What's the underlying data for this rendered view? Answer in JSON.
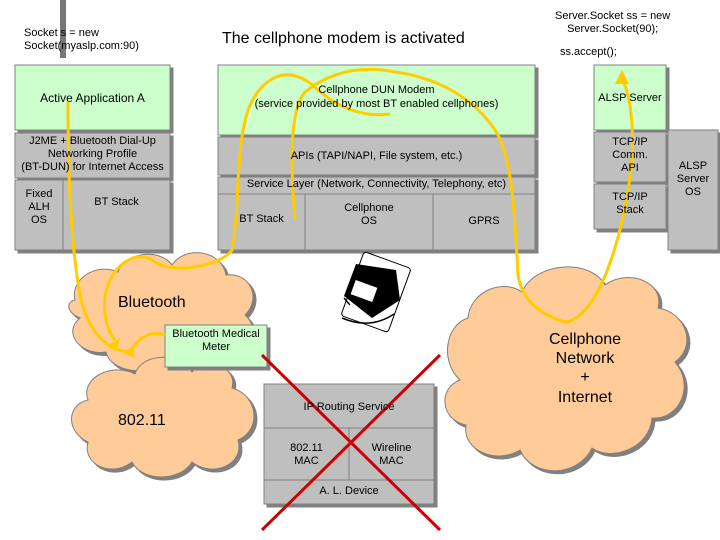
{
  "title": "The cellphone modem is activated",
  "client_code": "Socket s = new\nSocket(myaslp.com:90)",
  "server_code": "Server.Socket ss = new\nServer.Socket(90);",
  "server_accept": "ss.accept();",
  "pda": {
    "app": "Active Application A",
    "profile": "J2ME + Bluetooth Dial-Up\nNetworking Profile\n(BT-DUN) for Internet Access",
    "os": "Fixed\nALH\nOS",
    "bt_stack": "BT Stack"
  },
  "phone": {
    "modem": "Cellphone DUN Modem\n(service provided by most BT enabled cellphones)",
    "apis": "APIs (TAPI/NAPI, File system, etc.)",
    "service_layer": "Service Layer (Network, Connectivity, Telephony, etc)",
    "bt_stack": "BT Stack",
    "os": "Cellphone\nOS",
    "gprs": "GPRS"
  },
  "server": {
    "app": "ALSP Server",
    "comm_api": "TCP/IP\nComm.\nAPI",
    "tcpip_stack": "TCP/IP\nStack",
    "os": "ALSP\nServer\nOS"
  },
  "clouds": {
    "bluetooth": "Bluetooth",
    "wifi": "802.11",
    "cell": "Cellphone\nNetwork\n+\nInternet"
  },
  "medical_meter": "Bluetooth Medical\nMeter",
  "ald": {
    "routing": "IP Routing Service",
    "wifi_mac": "802.11\nMAC",
    "wire_mac": "Wireline\nMAC",
    "device": "A. L. Device"
  },
  "colors": {
    "gray": "#bfbfbf",
    "green": "#ccffcc",
    "cloud": "#ffcc99",
    "arrow": "#ffcc00",
    "cross": "#cc0000"
  }
}
